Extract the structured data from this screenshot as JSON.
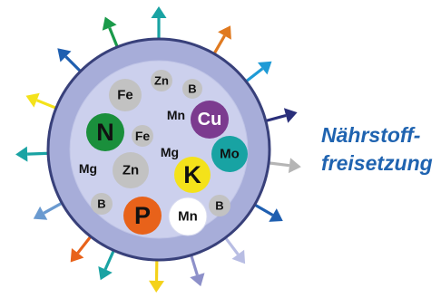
{
  "caption": {
    "line1": "Nährstoff-",
    "line2": "freisetzung"
  },
  "colors": {
    "outer_ring": "#a7add9",
    "ring_edge": "#38407a",
    "inner_disc": "#ccd0ed",
    "caption": "#1f63b0",
    "light_ball": "#c2c2c2",
    "white_ball": "#ffffff",
    "text_dark": "#111111",
    "text_light": "#ffffff"
  },
  "elements": [
    {
      "symbol": "Zn",
      "fill": "#c2c2c2",
      "text": "#111111"
    },
    {
      "symbol": "Fe",
      "fill": "#c2c2c2",
      "text": "#111111"
    },
    {
      "symbol": "B",
      "fill": "#c2c2c2",
      "text": "#111111"
    },
    {
      "symbol": "Mn",
      "fill": "#ccd0ed",
      "text": "#111111"
    },
    {
      "symbol": "Cu",
      "fill": "#7c3b8f",
      "text": "#ffffff"
    },
    {
      "symbol": "N",
      "fill": "#1a8f3c",
      "text": "#111111"
    },
    {
      "symbol": "Fe",
      "fill": "#c2c2c2",
      "text": "#111111"
    },
    {
      "symbol": "Mg",
      "fill": "#ccd0ed",
      "text": "#111111"
    },
    {
      "symbol": "Mo",
      "fill": "#18a3a3",
      "text": "#111111"
    },
    {
      "symbol": "Mg",
      "fill": "#ccd0ed",
      "text": "#111111"
    },
    {
      "symbol": "Zn",
      "fill": "#c2c2c2",
      "text": "#111111"
    },
    {
      "symbol": "K",
      "fill": "#f4e21a",
      "text": "#111111"
    },
    {
      "symbol": "B",
      "fill": "#c2c2c2",
      "text": "#111111"
    },
    {
      "symbol": "B",
      "fill": "#c2c2c2",
      "text": "#111111"
    },
    {
      "symbol": "P",
      "fill": "#e8621a",
      "text": "#111111"
    },
    {
      "symbol": "Mn",
      "fill": "#ffffff",
      "text": "#111111"
    }
  ],
  "arrow_colors": [
    "#1aa3a3",
    "#e07a20",
    "#1f9bd6",
    "#2a2f7a",
    "#b5b5b5",
    "#1f5fb0",
    "#b8bde3",
    "#8d90c9",
    "#f4d21a",
    "#1aa3a3",
    "#e8621a",
    "#6a9ad0",
    "#1aa3a3",
    "#f4e21a",
    "#1f5fb0",
    "#1a9a4a"
  ]
}
